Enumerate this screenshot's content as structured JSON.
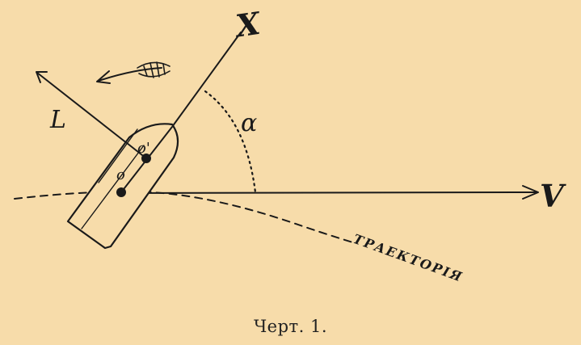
{
  "diagram": {
    "labels": {
      "x_axis": "X",
      "l_axis": "L",
      "v_axis": "V",
      "angle": "α",
      "point_o": "o",
      "point_o_prime": "o'",
      "trajectory": "ТРАЕКТОРІЯ"
    },
    "caption": "Черт. 1.",
    "colors": {
      "background": "#f7dcaa",
      "ink": "#1a1a1a"
    }
  }
}
